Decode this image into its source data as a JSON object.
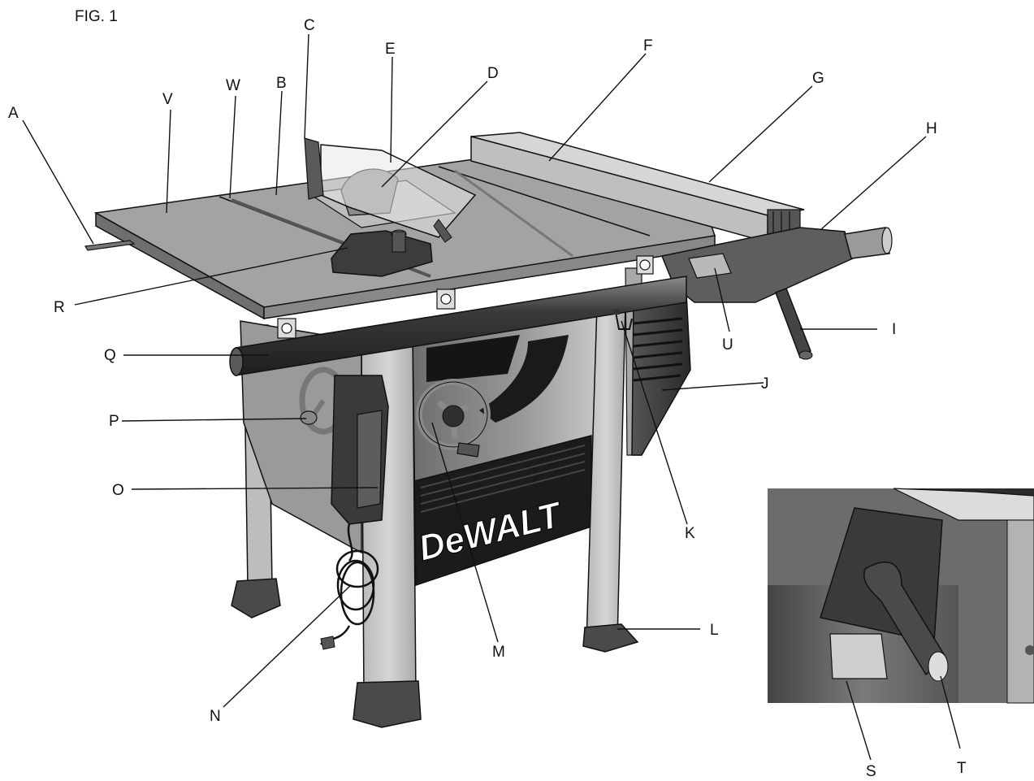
{
  "figure": {
    "title": "FIG. 1",
    "brand": "DeWALT",
    "labels": [
      "A",
      "B",
      "C",
      "D",
      "E",
      "F",
      "G",
      "H",
      "I",
      "J",
      "K",
      "L",
      "M",
      "N",
      "O",
      "P",
      "Q",
      "R",
      "S",
      "T",
      "U",
      "V",
      "W"
    ]
  },
  "colors": {
    "table_top": "#9c9c9c",
    "table_front": "#7a7a7a",
    "fence": "#c8c8c8",
    "leg": "#c4c4c4",
    "cabinet": "#8a8a8a",
    "dark": "#3a3a3a",
    "darkest": "#222222",
    "line": "#111111"
  }
}
